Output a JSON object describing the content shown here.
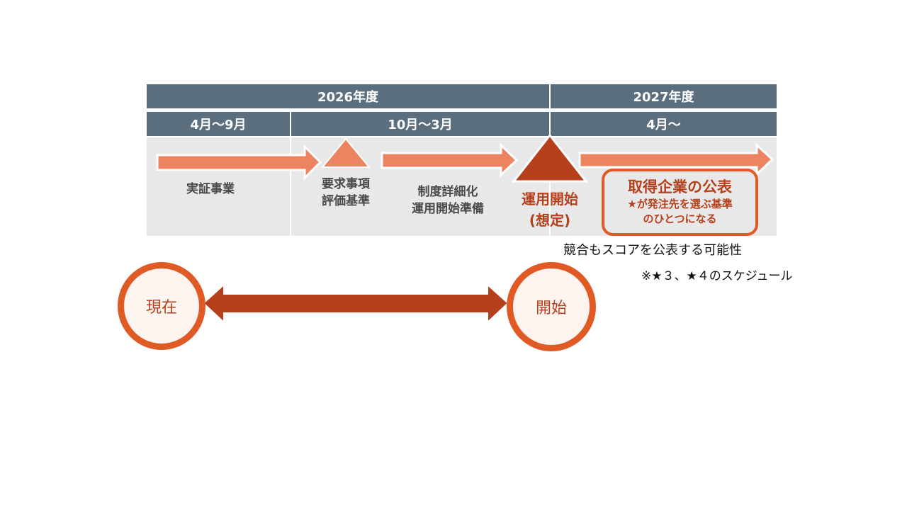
{
  "timeline": {
    "years": [
      "2026年度",
      "2027年度"
    ],
    "periods": [
      "4月〜9月",
      "10月〜3月",
      "4月〜"
    ],
    "phases": {
      "demo": "実証事業",
      "requirements_line1": "要求事項",
      "requirements_line2": "評価基準",
      "detail_line1": "制度詳細化",
      "detail_line2": "運用開始準備",
      "launch_line1": "運用開始",
      "launch_line2": "(想定)"
    },
    "callout": {
      "title": "取得企業の公表",
      "line1": "★が発注先を選ぶ基準",
      "line2": "のひとつになる"
    },
    "note_competition": "競合もスコアを公表する可能性",
    "note_schedule": "※★３、★４のスケジュール"
  },
  "span": {
    "start_label": "現在",
    "end_label": "開始"
  },
  "colors": {
    "header": "#5a6e7e",
    "band": "#e8e8e8",
    "light_orange": "#ec8461",
    "dark_red": "#b5401b",
    "ring_orange": "#e05a25"
  }
}
